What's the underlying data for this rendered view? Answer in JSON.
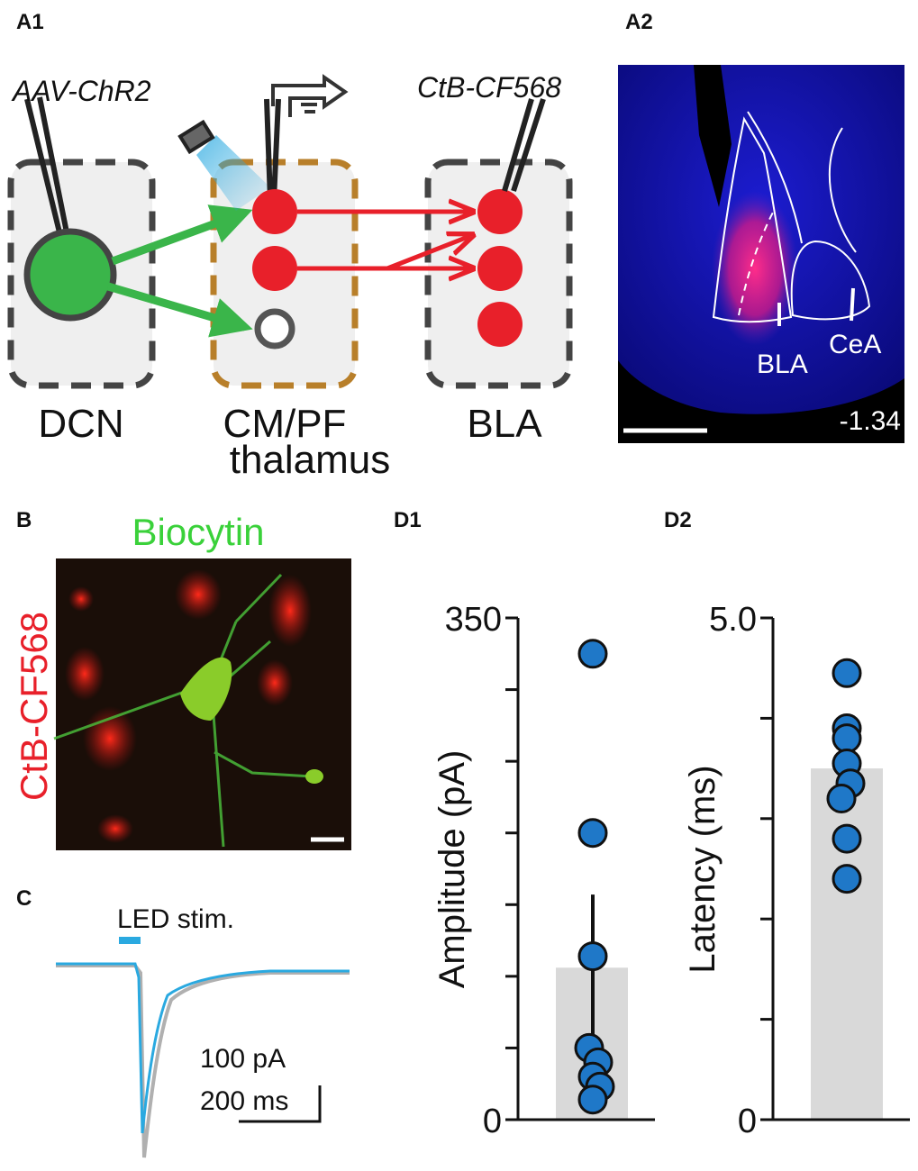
{
  "colors": {
    "green": "#3ab54a",
    "red": "#e8202a",
    "blue_dot": "#1f78c8",
    "led": "#2aa9e0",
    "thalamus_border": "#b87f2a",
    "box_border": "#444444",
    "box_fill": "#efefef",
    "bar_fill": "#d9d9d9",
    "micro_blue": "#1a1ab8"
  },
  "panel_a1": {
    "label": "A1",
    "injection_label": "AAV-ChR2",
    "tracer_label": "CtB-CF568",
    "regions": [
      "DCN",
      "CM/PF",
      "thalamus",
      "BLA"
    ]
  },
  "panel_a2": {
    "label": "A2",
    "bla_label": "BLA",
    "cea_label": "CeA",
    "bregma": "-1.34"
  },
  "panel_b": {
    "label": "B",
    "stain_label": "Biocytin",
    "tracer_label": "CtB-CF568"
  },
  "panel_c": {
    "label": "C",
    "stim_label": "LED stim.",
    "scale_current": "100 pA",
    "scale_time": "200 ms"
  },
  "chart_data": [
    {
      "type": "scatter",
      "panel": "D1",
      "ylabel": "Amplitude (pA)",
      "ylim": [
        0,
        350
      ],
      "yticks_labeled": [
        "0",
        "350"
      ],
      "mean": 106,
      "error": 51,
      "points": [
        325,
        200,
        114,
        50,
        40,
        30,
        23,
        14
      ]
    },
    {
      "type": "scatter",
      "panel": "D2",
      "ylabel": "Latency (ms)",
      "ylim": [
        0,
        5.0
      ],
      "yticks_labeled": [
        "0",
        "5.0"
      ],
      "mean": 3.5,
      "error": 0.25,
      "points": [
        4.45,
        3.9,
        3.8,
        3.55,
        3.35,
        3.2,
        2.8,
        2.4
      ]
    }
  ]
}
